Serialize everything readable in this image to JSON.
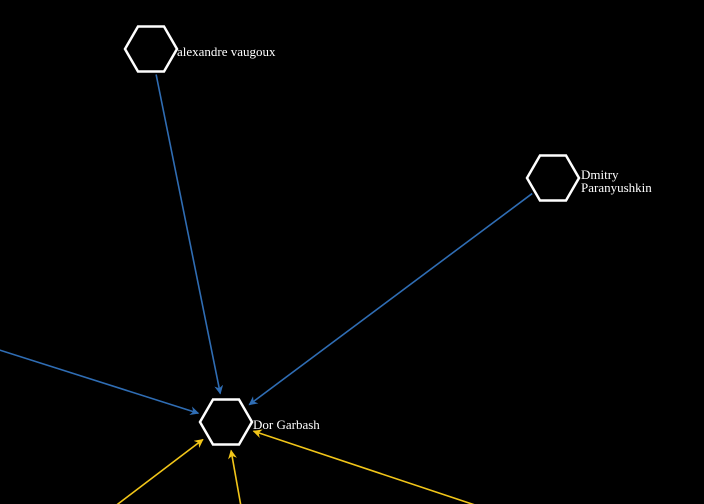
{
  "graph": {
    "background": "#000000",
    "node_color": "#ffffff",
    "edge_colors": {
      "blue": "#2f6db4",
      "yellow": "#f2c619"
    },
    "nodes": [
      {
        "id": "alexandre",
        "label_lines": [
          "alexandre vaugoux"
        ]
      },
      {
        "id": "dmitry",
        "label_lines": [
          "Dmitry",
          "Paranyushkin"
        ]
      },
      {
        "id": "dor",
        "label_lines": [
          "Dor Garbash"
        ]
      }
    ],
    "edges": [
      {
        "from": "alexandre",
        "to": "dor",
        "color": "blue"
      },
      {
        "from": "dmitry",
        "to": "dor",
        "color": "blue"
      },
      {
        "from": "offscreen-left",
        "to": "dor",
        "color": "blue"
      },
      {
        "from": "offscreen-bottom-left",
        "to": "dor",
        "color": "yellow"
      },
      {
        "from": "offscreen-bottom",
        "to": "dor",
        "color": "yellow"
      },
      {
        "from": "offscreen-bottom-right",
        "to": "dor",
        "color": "yellow"
      }
    ]
  }
}
